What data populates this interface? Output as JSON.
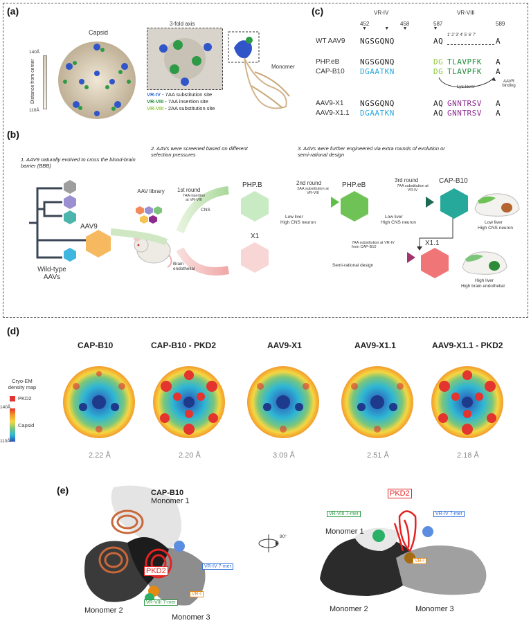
{
  "panel_a": {
    "label": "(a)",
    "capsid_title": "Capsid",
    "axis_title": "3-fold axis",
    "monomer_label": "Monomer",
    "scale_top": "140Å",
    "scale_bottom": "110Å",
    "scale_caption": "Distance from center",
    "legend": [
      {
        "key": "VR-IV",
        "text": " - 7AA substitution site",
        "color": "#2f6fd6"
      },
      {
        "key": "VR-VIII",
        "text": " - 7AA insertion site",
        "color": "#1f8f3a"
      },
      {
        "key": "VR-VIII",
        "text": " - 2AA substitution site",
        "color": "#8cc63f"
      }
    ]
  },
  "panel_c": {
    "label": "(c)",
    "vr4_header": "VR-IV",
    "vr8_header": "VR-VIII",
    "pos_452": "452",
    "pos_458": "458",
    "pos_587": "587",
    "pos_589": "589",
    "insert_positions": "1' 2' 3' 4' 5' 6' 7'",
    "lys_lever": "Lys-lever",
    "aavr_binding": "AAVR binding",
    "rows": [
      {
        "name": "WT AAV9",
        "vr4": "NGSGQNQ",
        "vr8_a": "AQ",
        "vr8_b": "",
        "vr8_c": "A"
      },
      {
        "name": "PHP.eB",
        "vr4": "NGSGQNQ",
        "vr8_a": "DG",
        "vr8_b": "TLAVPFK",
        "vr8_c": "A"
      },
      {
        "name": "CAP-B10",
        "vr4": "DGAATKN",
        "vr8_a": "DG",
        "vr8_b": "TLAVPFK",
        "vr8_c": "A"
      },
      {
        "name": "AAV9-X1",
        "vr4": "NGSGQNQ",
        "vr8_a": "AQ",
        "vr8_b": "GNNTRSV",
        "vr8_c": "A"
      },
      {
        "name": "AAV9-X1.1",
        "vr4": "DGAATKN",
        "vr8_a": "AQ",
        "vr8_b": "GNNTRSV",
        "vr8_c": "A"
      }
    ]
  },
  "panel_b": {
    "label": "(b)",
    "step1": "1. AAV9 naturally evolved to cross the blood-brain barrier (BBB)",
    "step2": "2. AAVs were screened based on different selection pressures",
    "step3": "3. AAVs were further engineered via extra rounds of evolution or semi-rational design",
    "wild_type": "Wild-type AAVs",
    "aav9": "AAV9",
    "library": "AAV library",
    "round1": "1st round",
    "round1_sub": "7AA insertion at VR-VIII",
    "cns": "CNS",
    "brain_endo": "Brain endothelial",
    "phpb": "PHP.B",
    "round2": "2nd round",
    "round2_sub": "2AA substitution at VR-VIII",
    "phpeb": "PHP.eB",
    "low_liver_a": "Low liver",
    "high_cns_a": "High CNS neuron",
    "round3": "3rd round",
    "round3_sub": "7AA substitution at VR-IV",
    "capb10": "CAP-B10",
    "low_liver_b": "Low liver",
    "high_cns_b": "High CNS neuron",
    "low_liver_c": "Low liver",
    "high_cns_c": "High CNS neuron",
    "x1": "X1",
    "semi": "Semi-rational design",
    "sub_from": "7AA substitution at VR-IV from CAP-B10",
    "x11": "X1.1",
    "high_liver": "High liver",
    "high_brain": "High brain endothelial"
  },
  "panel_d": {
    "label": "(d)",
    "legend_title": "Cryo-EM density map",
    "pkd2_key": "PKD2",
    "scale_top": "140Å",
    "scale_bottom": "110Å",
    "capsid_key": "Capsid",
    "maps": [
      {
        "name": "CAP-B10",
        "res": "2.22 Å",
        "pkd2": false
      },
      {
        "name": "CAP-B10 - PKD2",
        "res": "2.20 Å",
        "pkd2": true
      },
      {
        "name": "AAV9-X1",
        "res": "3.09 Å",
        "pkd2": false
      },
      {
        "name": "AAV9-X1.1",
        "res": "2.51 Å",
        "pkd2": false
      },
      {
        "name": "AAV9-X1.1 - PKD2",
        "res": "2.18 Å",
        "pkd2": true
      }
    ]
  },
  "panel_e": {
    "label": "(e)",
    "title": "CAP-B10",
    "mono1": "Monomer 1",
    "mono2": "Monomer 2",
    "mono3": "Monomer 3",
    "pkd2": "PKD2",
    "vr4": "VR-IV 7-mer",
    "vr8": "VR-VIII 7-mer",
    "vr1": "VR-I",
    "rotation": "90°",
    "mono1_r": "Monomer 1",
    "mono2_r": "Monomer 2",
    "mono3_r": "Monomer 3",
    "pkd2_r": "PKD2",
    "vr4_r": "VR-IV 7-mer",
    "vr8_r": "VR-VIII 7-mer",
    "vr1_r": "VR-I"
  }
}
